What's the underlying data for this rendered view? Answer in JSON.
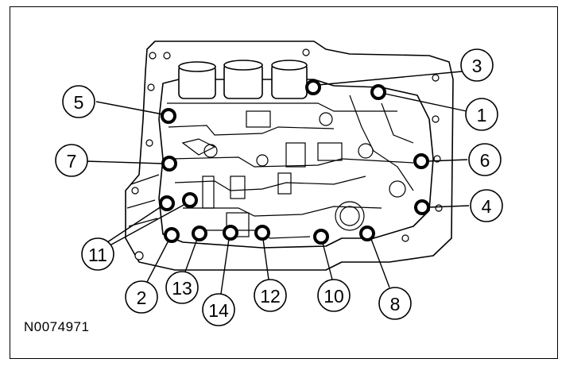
{
  "figure_id": "N0074971",
  "callouts": [
    "1",
    "2",
    "3",
    "4",
    "5",
    "6",
    "7",
    "8",
    "10",
    "11",
    "12",
    "13",
    "14"
  ],
  "colors": {
    "ink": "#000000",
    "paper": "#ffffff"
  },
  "subject_icon": "valve-body-bolt-locations-drawing"
}
